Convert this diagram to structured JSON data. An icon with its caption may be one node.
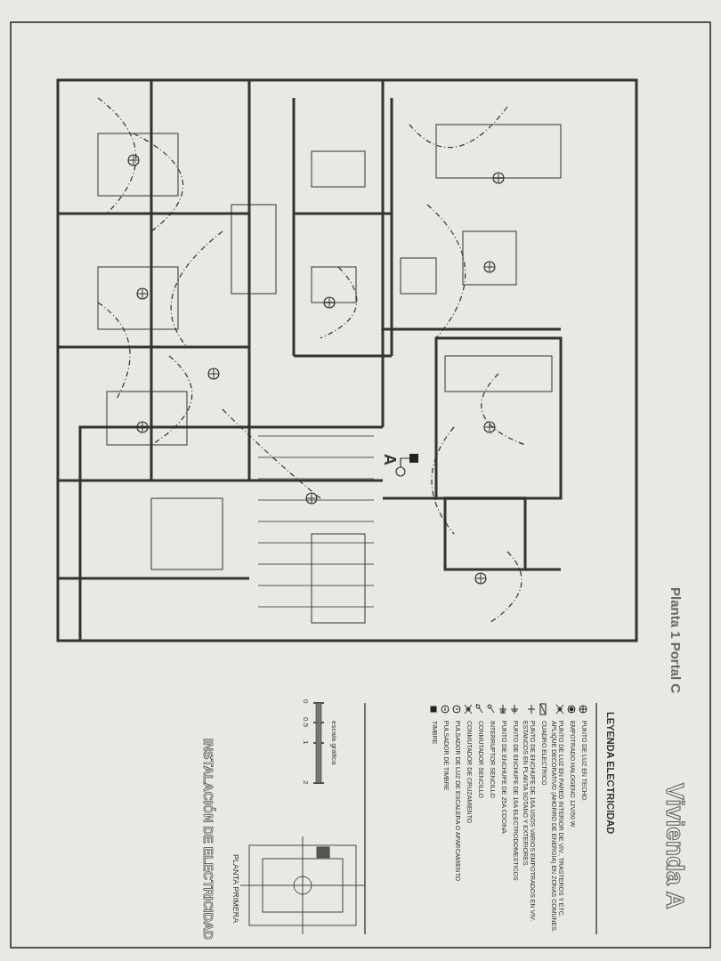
{
  "diagram": {
    "title": "Vivienda A",
    "labels": [
      "Planta 1 Portal C",
      "LEYENDA ELECTRICIDAD",
      "A",
      "escala gráfica",
      "0",
      "0.5",
      "1",
      "2",
      "PLANTA PRIMERA",
      "INSTALACIÓN DE ELECTRICIDAD"
    ],
    "legend": [
      {
        "text": "PUNTO DE LUZ EN TECHO."
      },
      {
        "text": "EMPOTRADO HALOGENO 12V/50 W"
      },
      {
        "text": "PUNTO DE LUZ EN PARED INTERIOR DE VIV., TRASTEROS Y ETC. APLIQUE DECORATIVO (AHORRO DE ENERGIA) EN ZONAS COMUNES."
      },
      {
        "text": "CUADRO ELECTRICO"
      },
      {
        "text": "PUNTO DE ENCHUFE DE 16A USOS VARIOS EMPOTRADOS EN VIV. ESTANCOS EN PLANTA SOTANO Y EXTERIORES."
      },
      {
        "text": "PUNTO DE ENCHUFE DE 16A ELECTRODOMESTICOS"
      },
      {
        "text": "PUNTO DE ENCHUFE DE 25A COCINA"
      },
      {
        "text": "INTERRUPTOR SENCILLO"
      },
      {
        "text": "CONMUTADOR SENCILLO"
      },
      {
        "text": "CONMUTADOR DE CRUZAMIENTO"
      },
      {
        "text": "PULSADOR DE LUZ DE ESCALERA O APARCAMIENTO"
      },
      {
        "text": "PULSADOR DE TIMBRE"
      },
      {
        "text": "TIMBRE"
      }
    ]
  }
}
